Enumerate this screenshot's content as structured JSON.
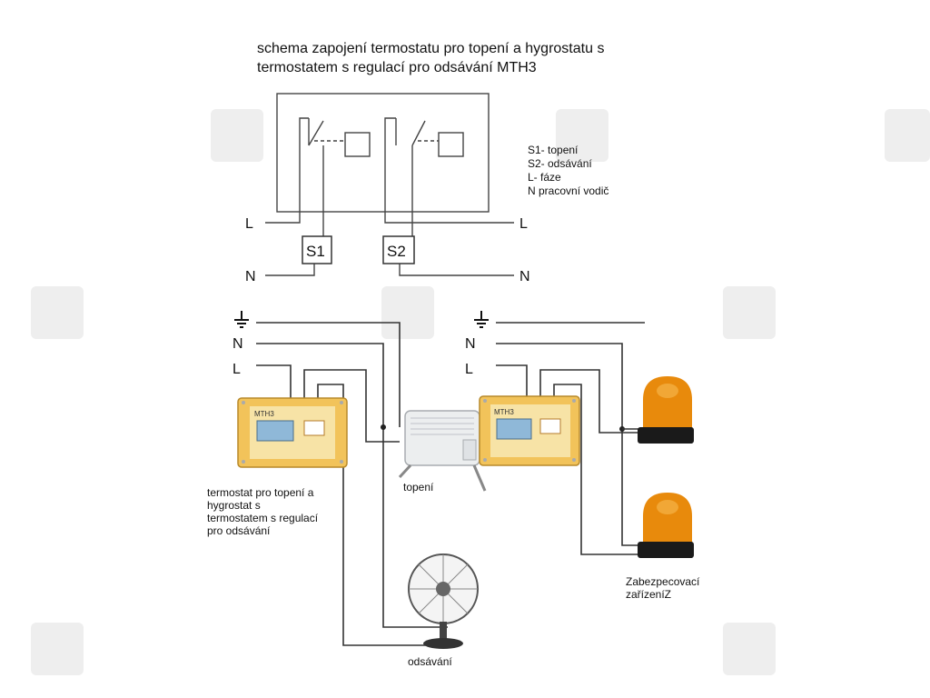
{
  "title": {
    "line1": "schema zapojení termostatu pro topení a hygrostatu s",
    "line2": "termostatem s regulací pro odsávání MTH3"
  },
  "schematic": {
    "switch_labels": [
      "S1",
      "S2"
    ],
    "left_labels": {
      "L": "L",
      "N": "N"
    },
    "right_labels": {
      "L": "L",
      "N": "N"
    }
  },
  "legend": [
    "S1- topení",
    "S2- odsávání",
    "L- fáze",
    "N pracovní vodič"
  ],
  "wiring_left": {
    "ground_icon": "ground-icon",
    "N": "N",
    "L": "L"
  },
  "wiring_right": {
    "ground_icon": "ground-icon",
    "N": "N",
    "L": "L"
  },
  "device_left_caption": [
    "termostat pro topení a",
    "hygrostat s",
    "termostatem s regulací",
    "pro odsávání"
  ],
  "device_label": "MTH3",
  "heater_caption": "topení",
  "fan_caption": "odsávání",
  "beacon_caption": [
    "Zabezpecovací",
    "zařízeníZ"
  ],
  "colors": {
    "device_body": "#f2c35a",
    "device_panel": "#f7e3a6",
    "screen": "#8fb8d8",
    "beacon": "#e88a0c",
    "beacon_base": "#1a1a1a"
  }
}
